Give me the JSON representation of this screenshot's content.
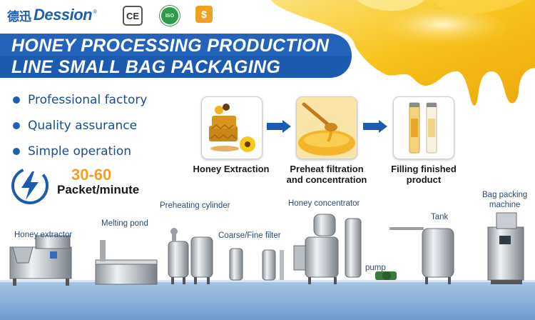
{
  "header": {
    "brand_cn": "德迅",
    "brand_en": "Dession",
    "brand_reg": "®",
    "cert_ce": "CE",
    "cert_iso": "ISO"
  },
  "title": {
    "line1": "HONEY PROCESSING PRODUCTION",
    "line2": "LINE SMALL BAG PACKAGING"
  },
  "features": [
    "Professional factory",
    "Quality assurance",
    "Simple operation"
  ],
  "speed": {
    "value": "30-60",
    "unit": "Packet/minute"
  },
  "process_steps": [
    {
      "label_line1": "Honey Extraction",
      "label_line2": ""
    },
    {
      "label_line1": "Preheat filtration",
      "label_line2": "and concentration"
    },
    {
      "label_line1": "Filling finished",
      "label_line2": "product"
    }
  ],
  "equipment": {
    "honey_extractor": "Honey extractor",
    "melting_pond": "Melting pond",
    "preheating_cylinder": "Preheating cylinder",
    "coarse_fine_filter": "Coarse/Fine filter",
    "honey_concentrator": "Honey concentrator",
    "pump": "pump",
    "tank": "Tank",
    "bag_packing_line1": "Bag packing",
    "bag_packing_line2": "machine"
  },
  "colors": {
    "brand_blue": "#1c5fae",
    "banner_blue": "#1d5bb0",
    "honey_yellow": "#f7c21a",
    "accent_orange": "#f0a01e"
  }
}
